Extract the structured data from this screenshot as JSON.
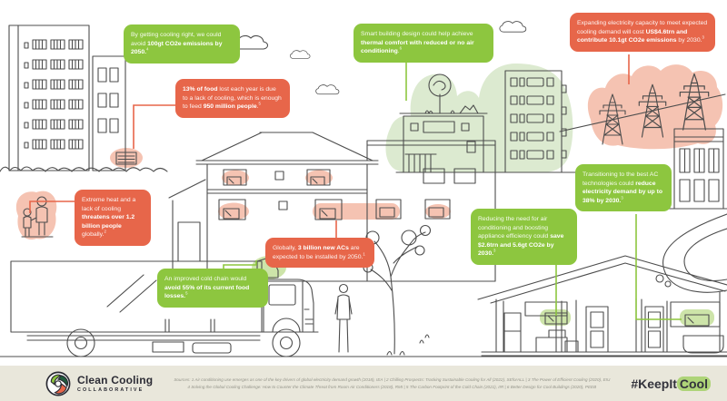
{
  "callouts": {
    "c1": {
      "pre": "By getting cooling right, we could avoid ",
      "bold": "100gt CO2e emissions by 2050.",
      "sup": "4"
    },
    "c2": {
      "b1": "13% of food",
      "mid": " lost each year is due to a lack of cooling, which is enough to feed ",
      "b2": "950 million people",
      "tail": ".",
      "sup": "5"
    },
    "c3": {
      "pre": "Smart building design could help achieve ",
      "bold": "thermal comfort with reduced or no air conditioning",
      "tail": ".",
      "sup": "6"
    },
    "c4": {
      "pre": "Expanding electricity capacity to meet expected cooling demand will cost ",
      "bold": "US$4.6trn and contribute 10.1gt CO2e emissions",
      "tail": " by 2030.",
      "sup": "3"
    },
    "c5": {
      "pre": "Extreme heat and a lack of cooling ",
      "bold": "threatens over 1.2 billion people",
      "tail": " globally.",
      "sup": "2"
    },
    "c6": {
      "pre": "Globally, ",
      "bold": "3 billion new ACs",
      "tail": " are expected to be installed by 2050.",
      "sup": "1"
    },
    "c7": {
      "pre": "An improved cold chain would ",
      "bold": "avoid 55% of its current food losses.",
      "sup": "5"
    },
    "c8": {
      "pre": "Reducing the need for air conditioning and boosting appliance efficiency could ",
      "bold": "save $2.6trn and 5.6gt CO2e by 2030.",
      "sup": "3"
    },
    "c9": {
      "pre": "Transitioning to the best AC technologies could ",
      "bold": "reduce electricity demand by up to 38% by 2030.",
      "sup": "3"
    }
  },
  "footer": {
    "brand_title": "Clean Cooling",
    "brand_subtitle": "COLLABORATIVE",
    "sources_line1": "Sources: 1 Air conditioning use emerges as one of the key drivers of global electricity demand growth (2018), IEA | 2 Chilling Prospects: Tracking Sustainable Cooling for All (2022), SEforALL | 3 The Power of Efficient Cooling (2020), EIU",
    "sources_line2": "4 Solving the Global Cooling Challenge: How to Counter the Climate Threat from Room Air Conditioners (2018), RMI | 5 The Carbon Footprint of the Cold Chain (2021), IIR | 6 Better Design for Cool Buildings (2020), PEEB",
    "hashtag_pre": "#KeepIt",
    "hashtag_highlight": "Cool"
  },
  "colors": {
    "callout_green": "#8dc63f",
    "callout_red": "#e7664a",
    "blob_pink": "#f5c3b2",
    "blob_light_green": "#dcead0",
    "highlight_green": "#cde4a9",
    "line_art": "#4d4d4d",
    "footer_bg": "#e9e7db"
  }
}
